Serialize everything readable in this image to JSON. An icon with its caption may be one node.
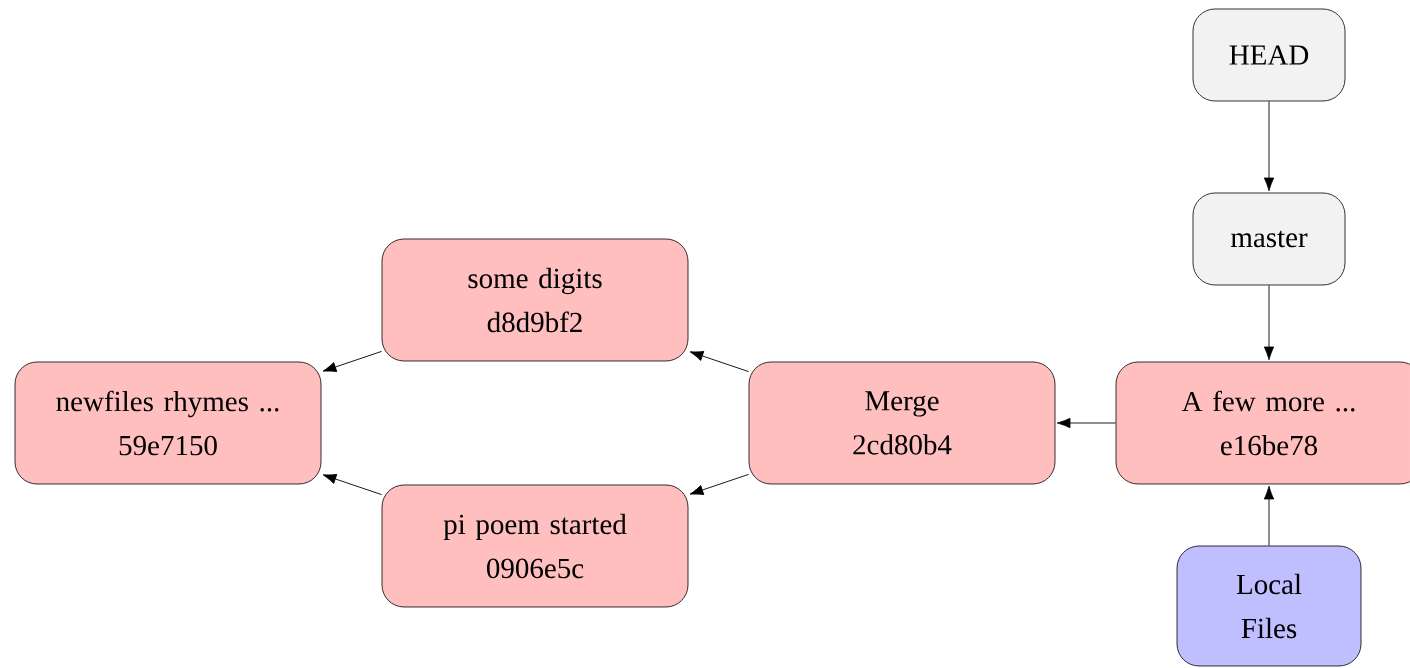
{
  "diagram": {
    "nodes": [
      {
        "text": [
          "HEAD"
        ]
      },
      {
        "text": [
          "master"
        ]
      },
      {
        "text": [
          "some digits",
          "d8d9bf2"
        ]
      },
      {
        "text": [
          "newfiles rhymes ...",
          "59e7150"
        ]
      },
      {
        "text": [
          "Merge",
          "2cd80b4"
        ]
      },
      {
        "text": [
          "A few more ...",
          "e16be78"
        ]
      },
      {
        "text": [
          "pi poem started",
          "0906e5c"
        ]
      },
      {
        "text": [
          "Local Files"
        ]
      }
    ],
    "edges": [
      {
        "from": 0,
        "to": 1,
        "arrow": "to"
      },
      {
        "from": 1,
        "to": 5,
        "arrow": "to"
      },
      {
        "from": 5,
        "to": 4,
        "arrow": "to"
      },
      {
        "from": 4,
        "to": 2,
        "arrow": "to"
      },
      {
        "from": 4,
        "to": 6,
        "arrow": "to"
      },
      {
        "from": 2,
        "to": 3,
        "arrow": "to"
      },
      {
        "from": 6,
        "to": 3,
        "arrow": "to"
      },
      {
        "from": 7,
        "to": 5,
        "arrow": "to"
      }
    ]
  }
}
